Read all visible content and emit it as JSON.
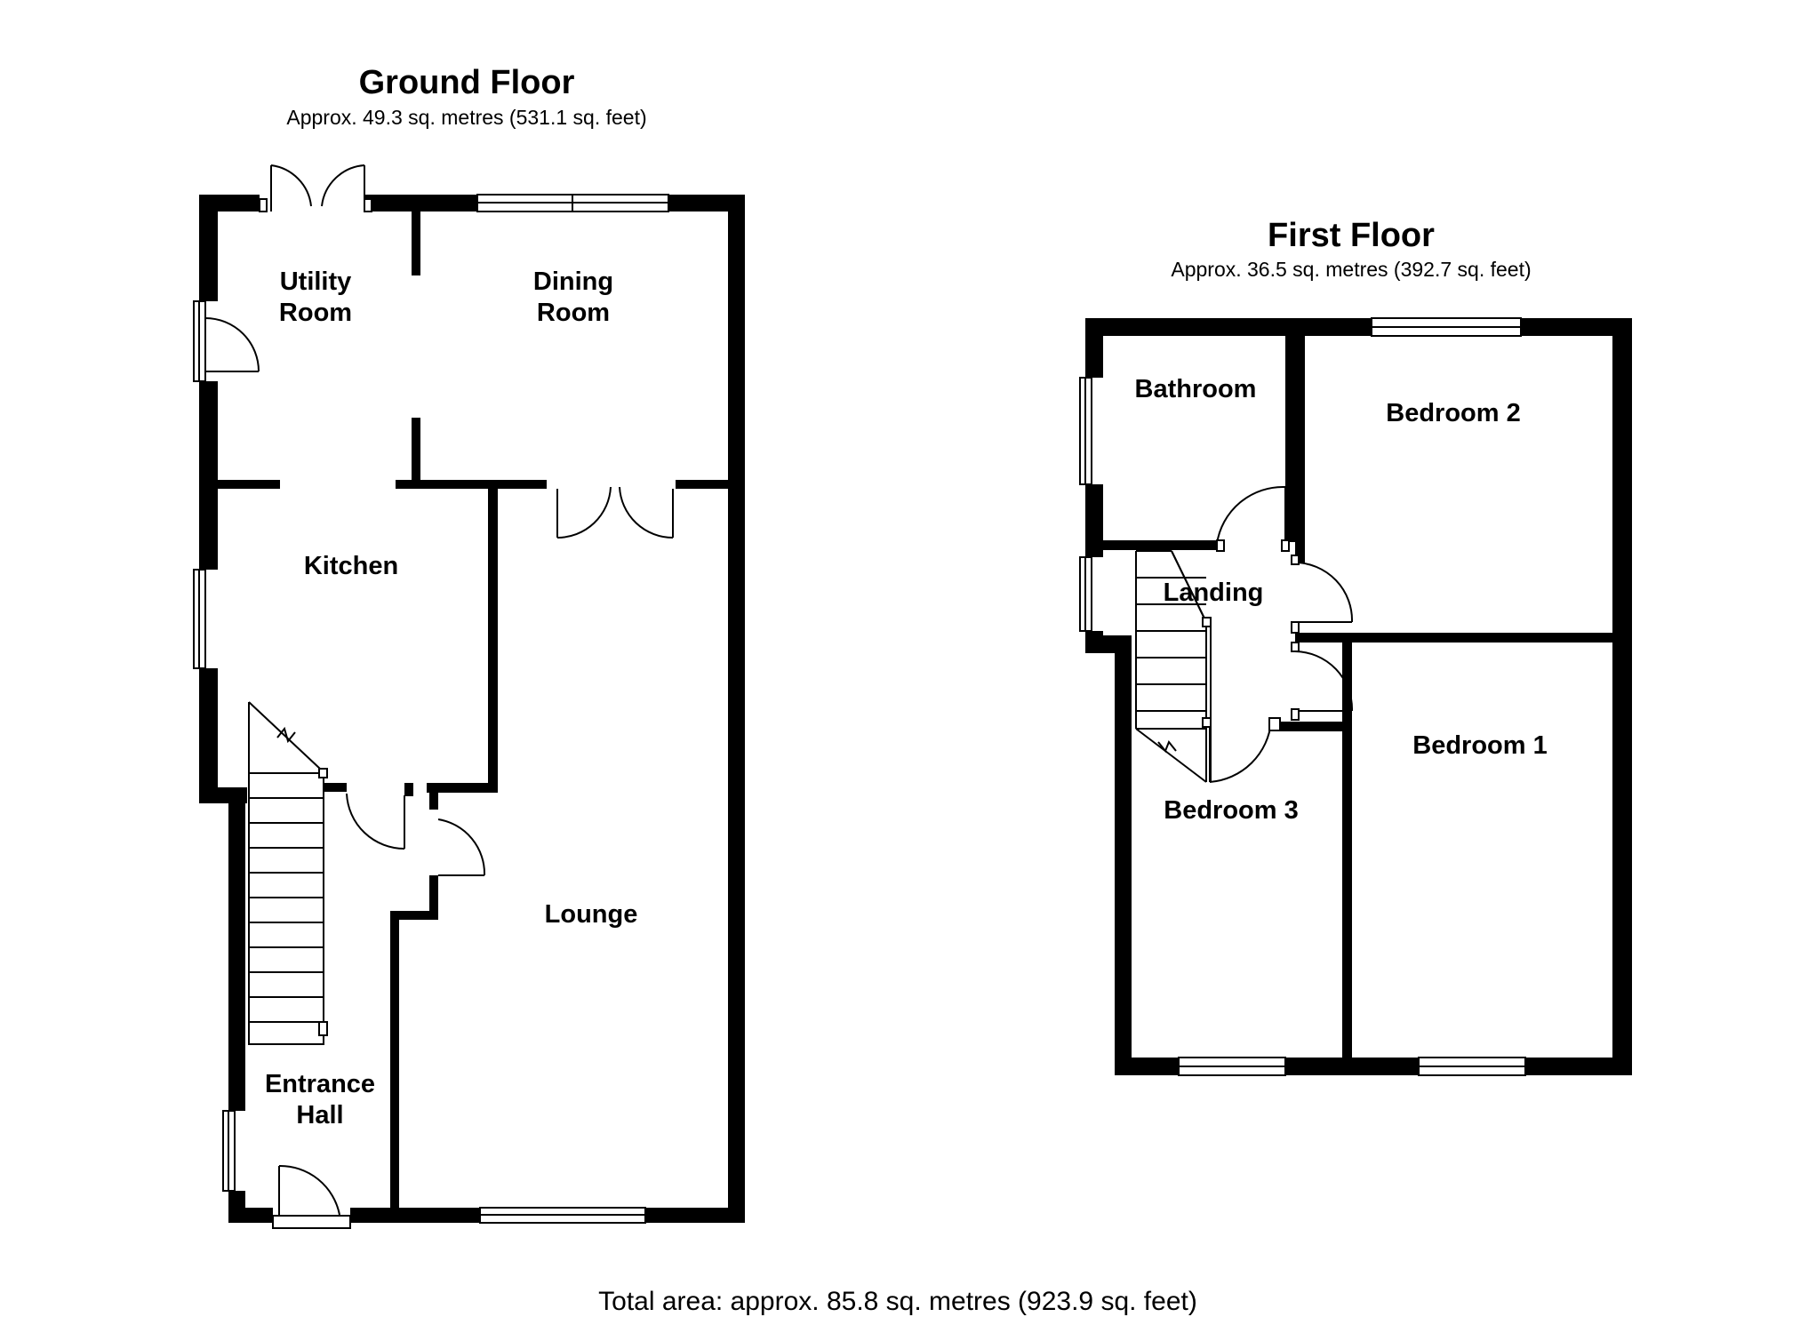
{
  "ground_floor": {
    "title": "Ground Floor",
    "area": "Approx.  49.3 sq. metres (531.1 sq. feet)",
    "rooms": {
      "utility": [
        "Utility",
        "Room"
      ],
      "dining": [
        "Dining",
        "Room"
      ],
      "kitchen": "Kitchen",
      "lounge": "Lounge",
      "entrance": [
        "Entrance",
        "Hall"
      ]
    }
  },
  "first_floor": {
    "title": "First Floor",
    "area": "Approx.  36.5 sq. metres (392.7 sq. feet)",
    "rooms": {
      "bathroom": "Bathroom",
      "bedroom2": "Bedroom 2",
      "landing": "Landing",
      "bedroom1": "Bedroom 1",
      "bedroom3": "Bedroom 3"
    }
  },
  "total_area": "Total area: approx.  85.8 sq. metres (923.9 sq. feet)",
  "colors": {
    "wall": "#000000",
    "background": "#ffffff"
  }
}
